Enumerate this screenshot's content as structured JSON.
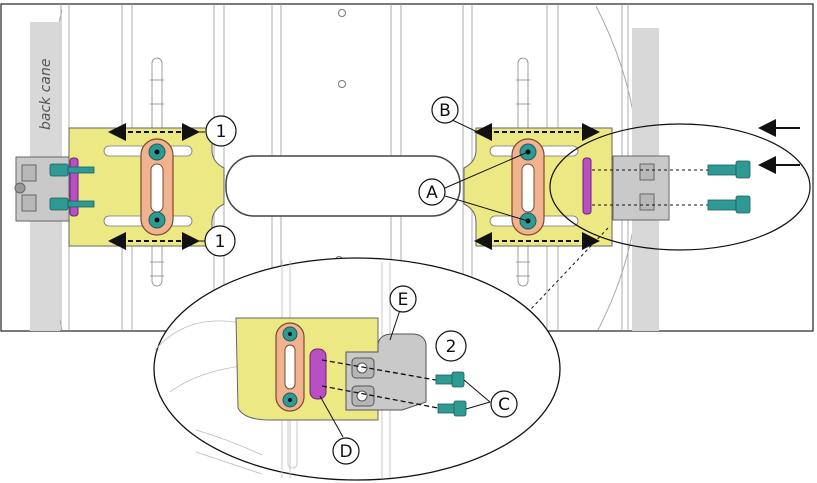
{
  "figure": {
    "cane_label": "back cane",
    "callouts": {
      "one_top": "1",
      "one_bottom": "1",
      "a": "A",
      "b": "B",
      "c": "C",
      "d": "D",
      "e": "E",
      "two": "2"
    }
  },
  "colors": {
    "bracket": "#ece883",
    "strap": "#f0b28f",
    "spacer": "#b84fc4",
    "screw": "#2f9a93",
    "clamp": "#c9c9c9",
    "cane": "#d8d8d8"
  }
}
